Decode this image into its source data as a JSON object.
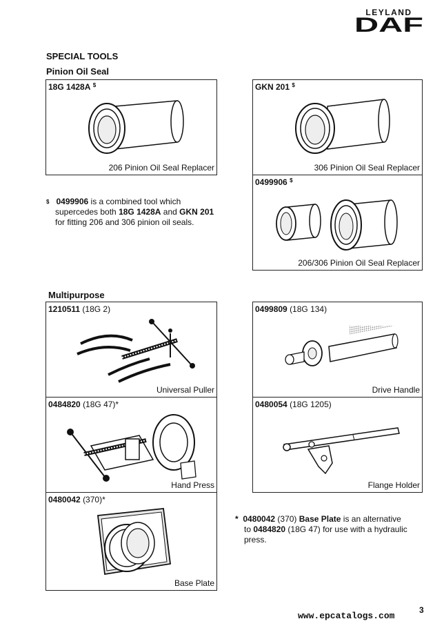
{
  "logo": {
    "top": "LEYLAND",
    "main": "DAF"
  },
  "headings": {
    "special_tools": "SPECIAL TOOLS",
    "pinion_oil_seal": "Pinion Oil Seal",
    "multipurpose": "Multipurpose"
  },
  "tools": {
    "t18g1428a": {
      "code": "18G 1428A",
      "mark": "$",
      "caption": "206 Pinion Oil Seal Replacer"
    },
    "gkn201": {
      "code": "GKN 201",
      "mark": "$",
      "caption": "306 Pinion Oil Seal Replacer"
    },
    "t0499906": {
      "code": "0499906",
      "mark": "$",
      "caption": "206/306 Pinion Oil Seal Replacer"
    },
    "t1210511": {
      "code": "1210511",
      "alt": "(18G 2)",
      "caption": "Universal Puller"
    },
    "t0499809": {
      "code": "0499809",
      "alt": "(18G 134)",
      "caption": "Drive Handle"
    },
    "t0484820": {
      "code": "0484820",
      "alt": "(18G 47)*",
      "caption": "Hand Press"
    },
    "t0480054": {
      "code": "0480054",
      "alt": "(18G 1205)",
      "caption": "Flange Holder"
    },
    "t0480042": {
      "code": "0480042",
      "alt": "(370)*",
      "caption": "Base Plate"
    }
  },
  "note1": {
    "mark": "$",
    "code": "0499906",
    "text1": " is a combined tool which",
    "text2a": "supercedes  both ",
    "b1": "18G 1428A",
    "text2b": " and ",
    "b2": "GKN 201",
    "text3": "for fitting 206 and 306 pinion oil seals."
  },
  "note2": {
    "mark": "*",
    "code": "0480042",
    "alt": " (370) ",
    "name": "Base Plate",
    "text1": " is an alternative",
    "text2a": "to ",
    "code2": "0484820",
    "text2b": " (18G 47) for use with a hydraulic",
    "text3": "press."
  },
  "page_number": "3",
  "url": "www.epcatalogs.com"
}
